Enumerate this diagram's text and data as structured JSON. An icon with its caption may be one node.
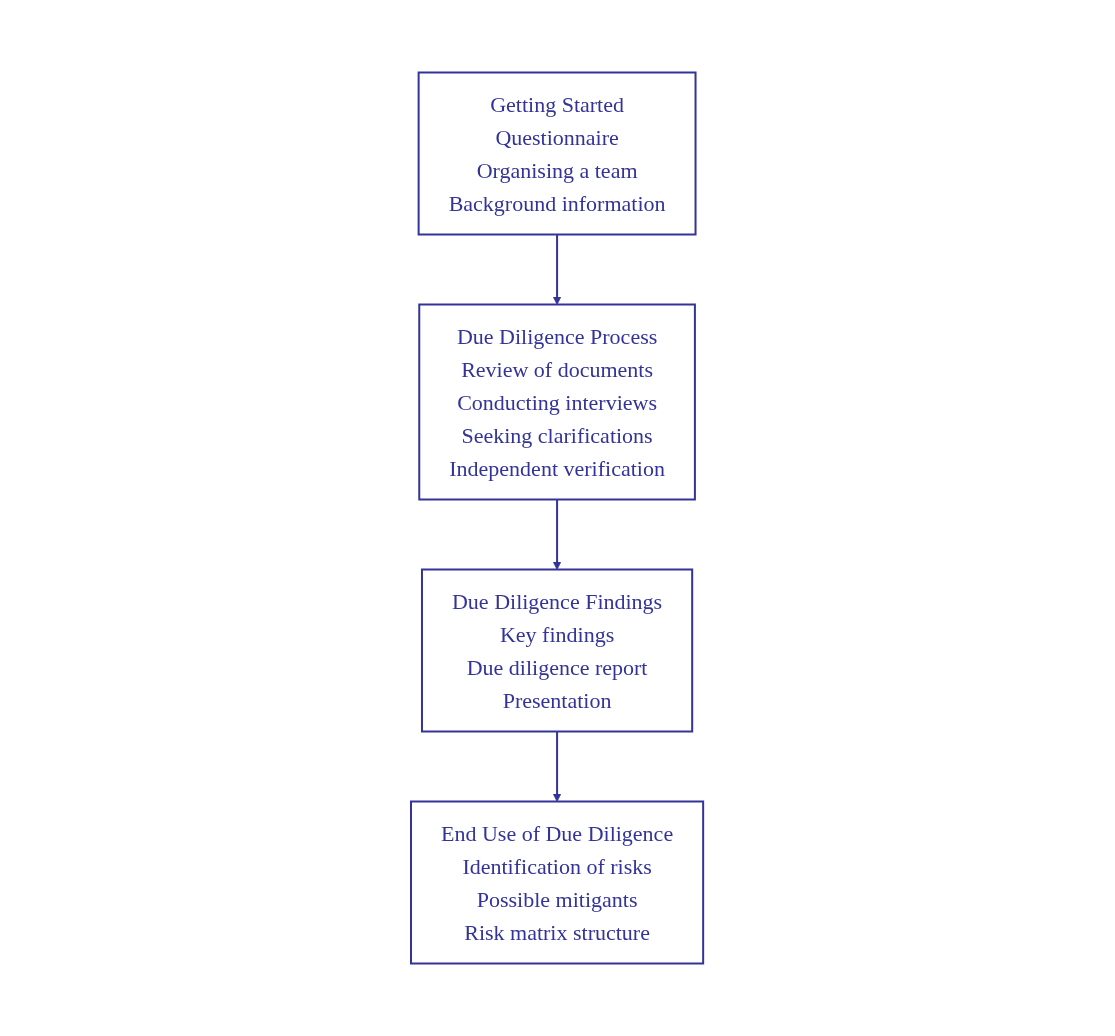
{
  "diagram": {
    "nodes": [
      {
        "text": [
          "Getting Started",
          "Questionnaire",
          "Organising a team",
          "Background information"
        ]
      },
      {
        "text": [
          "Due Diligence Process",
          "Review of documents",
          "Conducting interviews",
          "Seeking clarifications",
          "Independent verification"
        ]
      },
      {
        "text": [
          "Due Diligence Findings",
          "Key findings",
          "Due diligence report",
          "Presentation"
        ]
      },
      {
        "text": [
          "End Use of Due Diligence",
          "Identification of risks",
          "Possible mitigants",
          "Risk matrix structure"
        ]
      }
    ],
    "edges": [
      {
        "from": 0,
        "to": 1,
        "arrow": "to"
      },
      {
        "from": 1,
        "to": 2,
        "arrow": "to"
      },
      {
        "from": 2,
        "to": 3,
        "arrow": "to"
      }
    ]
  }
}
